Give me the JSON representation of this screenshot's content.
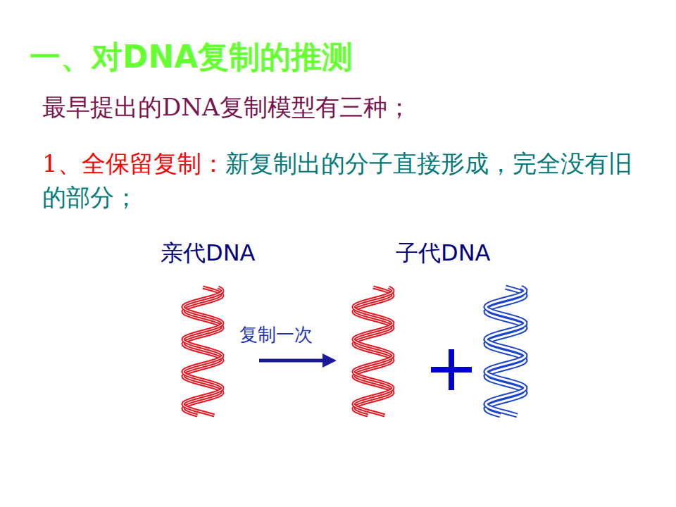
{
  "diagram": {
    "title": "一、对DNA复制的推测",
    "labels": [
      "最早提出的DNA复制模型有三种；",
      "1、全保留复制：",
      "新复制出的分子直接形成，完全没有旧的部分；",
      "亲代DNA",
      "子代DNA",
      "复制一次"
    ]
  }
}
